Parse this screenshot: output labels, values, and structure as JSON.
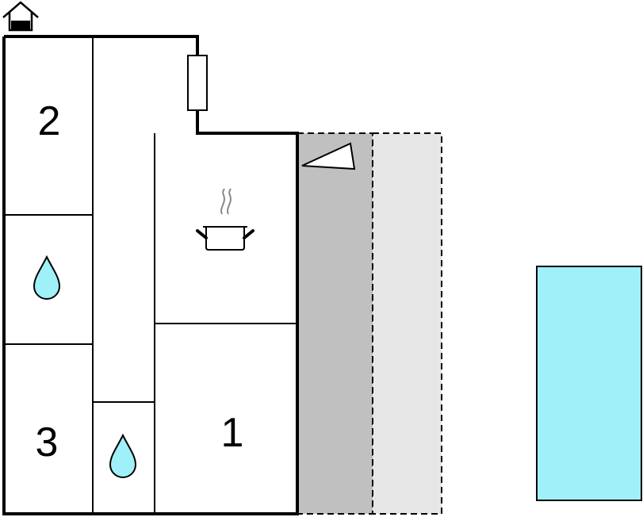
{
  "rooms": [
    {
      "id": "bedroom-2",
      "label": "2"
    },
    {
      "id": "bathroom-upper",
      "label": "",
      "icon": "water-drop-icon"
    },
    {
      "id": "bedroom-3",
      "label": "3"
    },
    {
      "id": "bathroom-lower",
      "label": "",
      "icon": "water-drop-icon"
    },
    {
      "id": "kitchen",
      "label": "",
      "icon": "cooking-pot-icon"
    },
    {
      "id": "bedroom-1",
      "label": "1"
    }
  ],
  "icons": {
    "entrance": "house-entrance-icon",
    "bath": "water-drop-icon",
    "kitchen": "cooking-pot-icon",
    "terrace": "terrace-marker-icon"
  },
  "colors": {
    "wall": "#000000",
    "terrace_covered": "#c0c0c0",
    "terrace_open": "#e6e6e6",
    "pool": "#9ff0f8",
    "water_drop": "#9ff0f8"
  }
}
